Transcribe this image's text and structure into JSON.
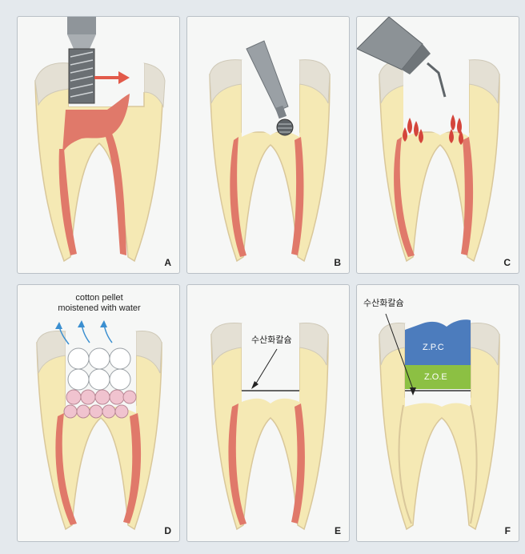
{
  "panels": [
    {
      "label": "A"
    },
    {
      "label": "B"
    },
    {
      "label": "C"
    },
    {
      "label": "D",
      "annotation_line1": "cotton pellet",
      "annotation_line2": "moistened with water"
    },
    {
      "label": "E",
      "annotation": "수산화칼슘"
    },
    {
      "label": "F",
      "annotation": "수산화칼슘",
      "layer_top": "Z.P.C",
      "layer_bottom": "Z.O.E"
    }
  ],
  "colors": {
    "background": "#e4e9ed",
    "panel": "#f6f7f6",
    "dentin": "#f5e9b4",
    "dentin_edge": "#d9c79a",
    "enamel": "#e4e0d4",
    "pulp": "#e0796a",
    "cotton_dry": "#ffffff",
    "cotton_wet": "#f0c3cf",
    "zpc": "#4c7cbd",
    "zoe": "#8cc043",
    "arrow": "#e25a4a",
    "water_arrow": "#3b8fd0"
  },
  "icons": {
    "bur": "drill-bur-icon",
    "round_bur": "round-bur-icon",
    "syringe": "irrigation-syringe-icon"
  }
}
